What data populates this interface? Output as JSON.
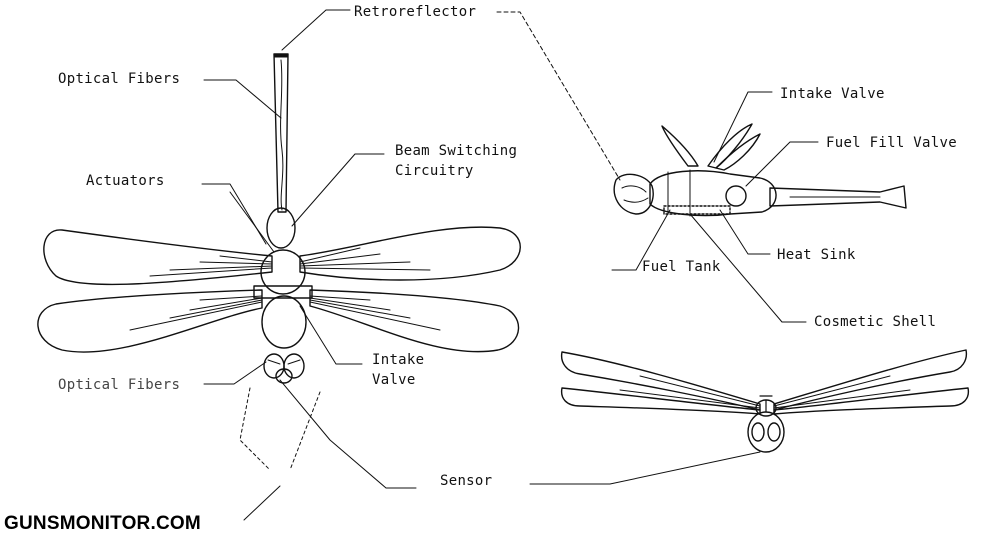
{
  "labels": {
    "retroreflector": "Retroreflector",
    "optical_fibers_top": "Optical Fibers",
    "beam_switching": "Beam Switching\nCircuitry",
    "actuators": "Actuators",
    "intake_valve_left": "Intake\nValve",
    "optical_fibers_bottom": "Optical Fibers",
    "sensor": "Sensor",
    "intake_valve_right": "Intake Valve",
    "fuel_fill_valve": "Fuel Fill Valve",
    "heat_sink": "Heat Sink",
    "fuel_tank": "Fuel Tank",
    "cosmetic_shell": "Cosmetic Shell"
  },
  "watermark": "GUNSMONITOR.COM"
}
